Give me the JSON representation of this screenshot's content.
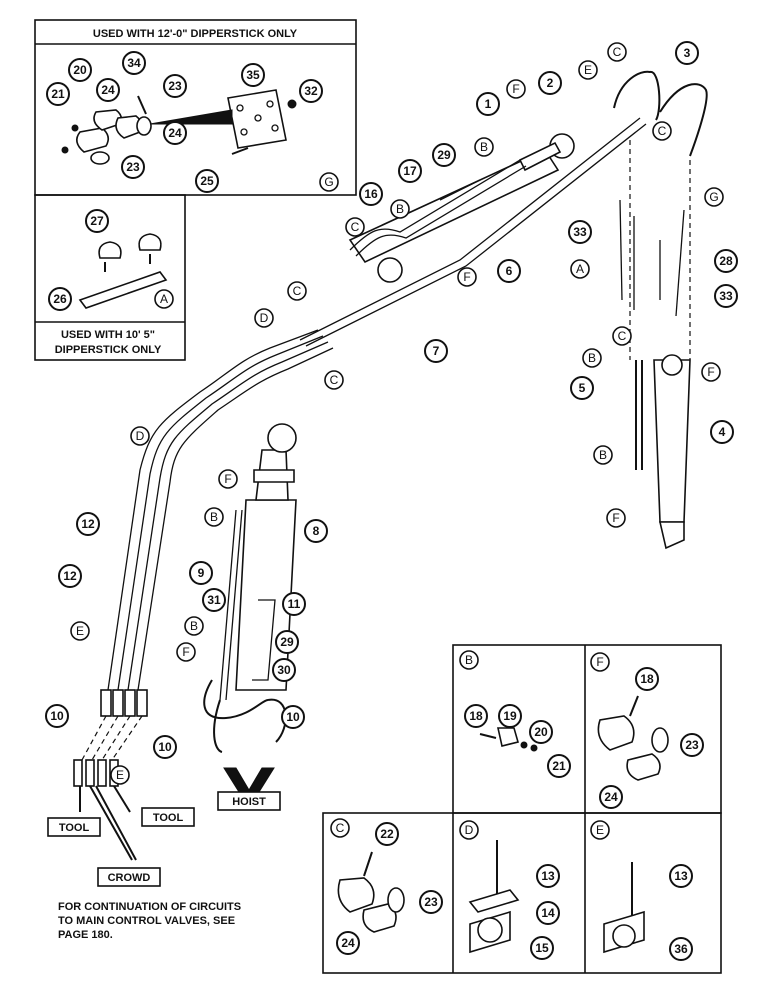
{
  "headers": {
    "top": "USED WITH 12'-0\" DIPPERSTICK ONLY",
    "middle_line1": "USED WITH  10' 5\"",
    "middle_line2": "DIPPERSTICK ONLY"
  },
  "tags": {
    "hoist": "HOIST",
    "tool_left": "TOOL",
    "tool_right": "TOOL",
    "crowd": "CROWD"
  },
  "footnote": {
    "line1": "FOR CONTINUATION OF CIRCUITS",
    "line2": "TO MAIN CONTROL VALVES, SEE",
    "line3": "PAGE 180."
  },
  "callouts": {
    "c1": "1",
    "c2": "2",
    "c3": "3",
    "c4": "4",
    "c5": "5",
    "c6": "6",
    "c7": "7",
    "c8": "8",
    "c9": "9",
    "c10a": "10",
    "c10b": "10",
    "c10c": "10",
    "c11": "11",
    "c12a": "12",
    "c12b": "12",
    "c13a": "13",
    "c13b": "13",
    "c14": "14",
    "c15": "15",
    "c16": "16",
    "c17": "17",
    "c18a": "18",
    "c18b": "18",
    "c19": "19",
    "c20a": "20",
    "c20b": "20",
    "c21a": "21",
    "c21b": "21",
    "c22": "22",
    "c23a": "23",
    "c23b": "23",
    "c23c": "23",
    "c23d": "23",
    "c24a": "24",
    "c24b": "24",
    "c24c": "24",
    "c24d": "24",
    "c25": "25",
    "c26": "26",
    "c27": "27",
    "c28": "28",
    "c29a": "29",
    "c29b": "29",
    "c30": "30",
    "c31": "31",
    "c32": "32",
    "c33a": "33",
    "c33b": "33",
    "c34": "34",
    "c35": "35",
    "c36": "36"
  },
  "letters": {
    "A1": "A",
    "A2": "A",
    "B1": "B",
    "B2": "B",
    "B3": "B",
    "B4": "B",
    "B5": "B",
    "B6": "B",
    "Bbox": "B",
    "C1": "C",
    "C2": "C",
    "C3": "C",
    "C4": "C",
    "C5": "C",
    "C6": "C",
    "Cbox": "C",
    "D1": "D",
    "D2": "D",
    "Dbox": "D",
    "E1": "E",
    "E2": "E",
    "E3": "E",
    "Ebox": "E",
    "F1": "F",
    "F2": "F",
    "F3": "F",
    "F4": "F",
    "F5": "F",
    "F6": "F",
    "Fbox": "F",
    "G1": "G",
    "G2": "G"
  }
}
